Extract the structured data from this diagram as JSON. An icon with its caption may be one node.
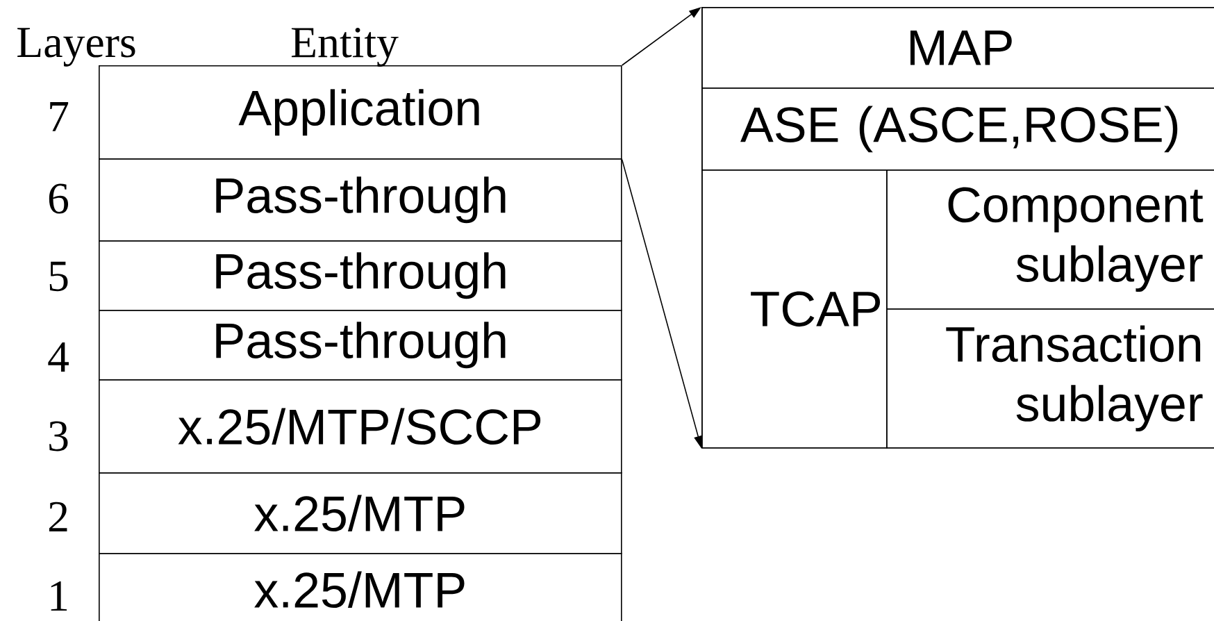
{
  "diagram": {
    "nodes": [
      {
        "text": [
          "Application"
        ]
      },
      {
        "text": [
          "Pass-through"
        ]
      },
      {
        "text": [
          "Pass-through"
        ]
      },
      {
        "text": [
          "Pass-through"
        ]
      },
      {
        "text": [
          "x.25/MTP/SCCP"
        ]
      },
      {
        "text": [
          "x.25/MTP"
        ]
      },
      {
        "text": [
          "x.25/MTP"
        ]
      },
      {
        "text": [],
        "shape": "box"
      },
      {
        "text": [
          "MAP"
        ],
        "in": 7
      },
      {
        "text": [
          "ASE (ASCE,ROSE)"
        ],
        "in": 7
      },
      {
        "text": [
          "TCAP"
        ],
        "in": 7
      },
      {
        "text": [
          "Component sublayer"
        ],
        "in": 7
      },
      {
        "text": [
          "Transaction sublayer"
        ],
        "in": 7
      }
    ],
    "edges": [
      {
        "from": 0,
        "to": 7,
        "arrow": "to"
      },
      {
        "from": 0,
        "to": 7,
        "arrow": "to"
      }
    ],
    "labels": [
      "Layers",
      "Entity",
      "7",
      "6",
      "5",
      "4",
      "3",
      "2",
      "1"
    ]
  }
}
